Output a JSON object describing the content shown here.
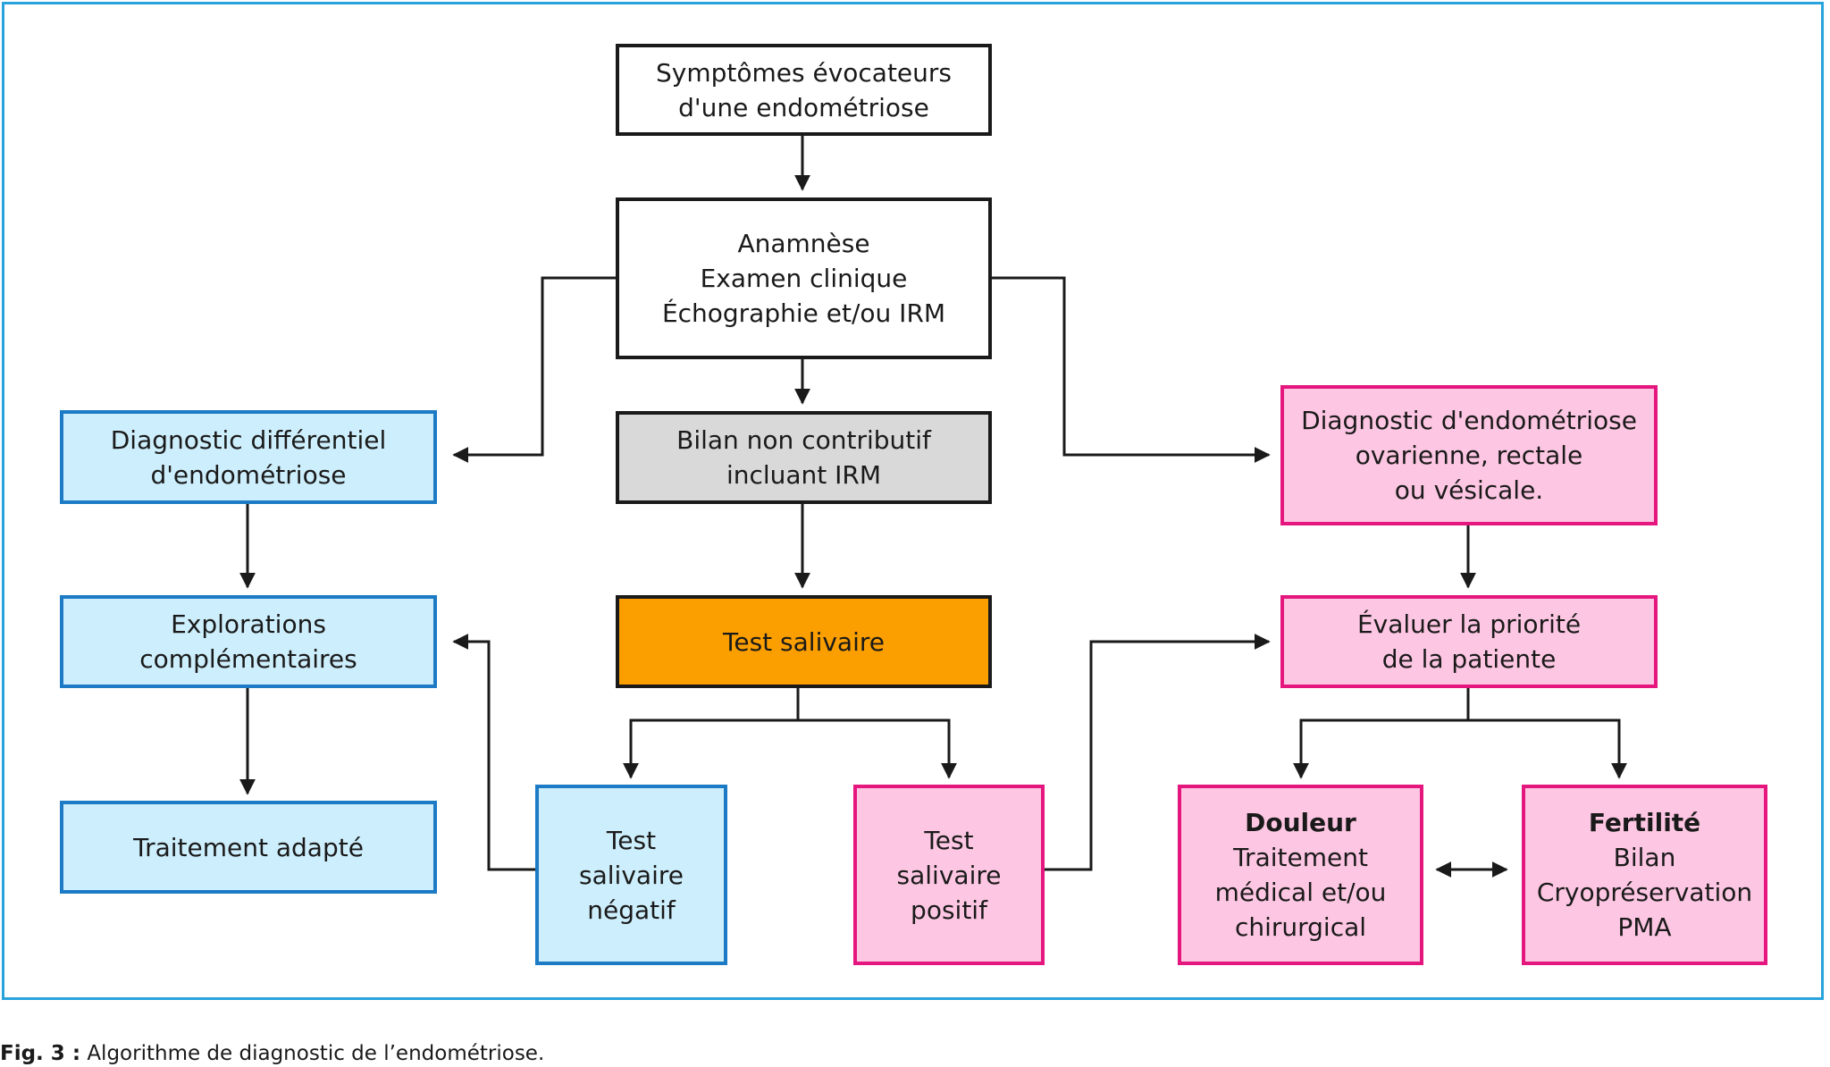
{
  "boxes": {
    "symptoms": [
      "Symptômes évocateurs",
      "d'une endométriose"
    ],
    "anamnesis": [
      "Anamnèse",
      "Examen clinique",
      "Échographie et/ou IRM"
    ],
    "non_contributive": [
      "Bilan non contributif",
      "incluant IRM"
    ],
    "saliva_test": [
      "Test salivaire"
    ],
    "differential": [
      "Diagnostic différentiel",
      "d'endométriose"
    ],
    "explorations": [
      "Explorations",
      "complémentaires"
    ],
    "adapted_treatment": [
      "Traitement adapté"
    ],
    "negative_test": [
      "Test",
      "salivaire",
      "négatif"
    ],
    "positive_test": [
      "Test",
      "salivaire",
      "positif"
    ],
    "endometriosis_diagnosis": [
      "Diagnostic d'endométriose",
      "ovarienne, rectale",
      "ou vésicale."
    ],
    "priority": [
      "Évaluer la priorité",
      "de la patiente"
    ],
    "pain": {
      "title": "Douleur",
      "lines": [
        "Traitement",
        "médical et/ou",
        "chirurgical"
      ]
    },
    "fertility": {
      "title": "Fertilité",
      "lines": [
        "Bilan",
        "Cryopréservation",
        "PMA"
      ]
    }
  },
  "caption": {
    "label": "Fig. 3 :",
    "text": " Algorithme de diagnostic de l’endométriose."
  },
  "colors": {
    "frame": "#29a3dc",
    "blue_border": "#1c7bc4",
    "blue_fill": "#cdeefc",
    "pink_border": "#e5177e",
    "pink_fill": "#fdc6e2",
    "grey_fill": "#d9d9d9",
    "orange_fill": "#fb9f00"
  }
}
